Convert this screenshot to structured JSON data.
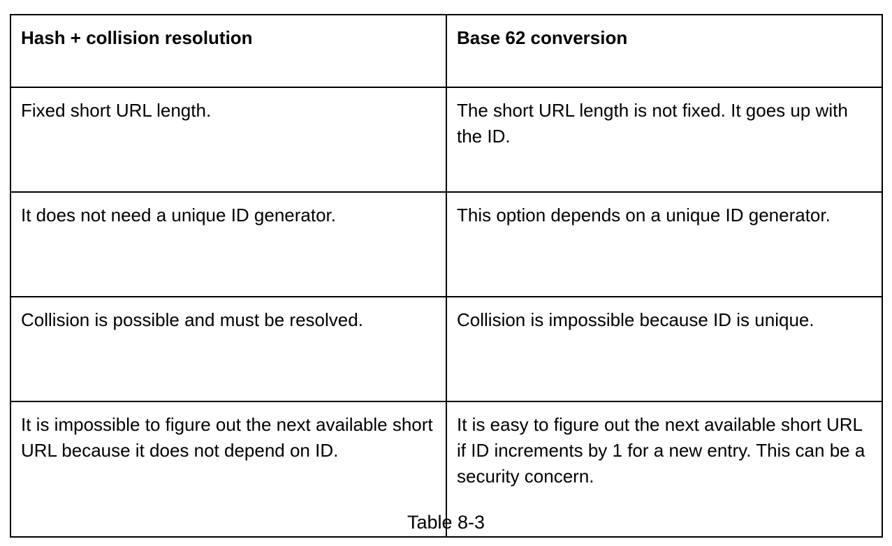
{
  "table": {
    "columns": [
      {
        "header": "Hash + collision resolution"
      },
      {
        "header": "Base 62 conversion"
      }
    ],
    "rows": [
      {
        "left": "Fixed short URL length.",
        "right": "The short URL length is not fixed. It goes up with the ID."
      },
      {
        "left": "It does not need a unique ID generator.",
        "right": "This option depends on a unique ID generator."
      },
      {
        "left": "Collision is possible and must be resolved.",
        "right": "Collision is impossible because ID is unique."
      },
      {
        "left": "It is impossible to figure out the next available short URL because it does not depend on ID.",
        "right": "It is easy to figure out the next available short URL if ID increments by 1 for a new entry. This can be a security concern."
      }
    ]
  },
  "caption": "Table 8-3",
  "colors": {
    "background": "#ffffff",
    "text": "#000000",
    "border": "#000000"
  }
}
